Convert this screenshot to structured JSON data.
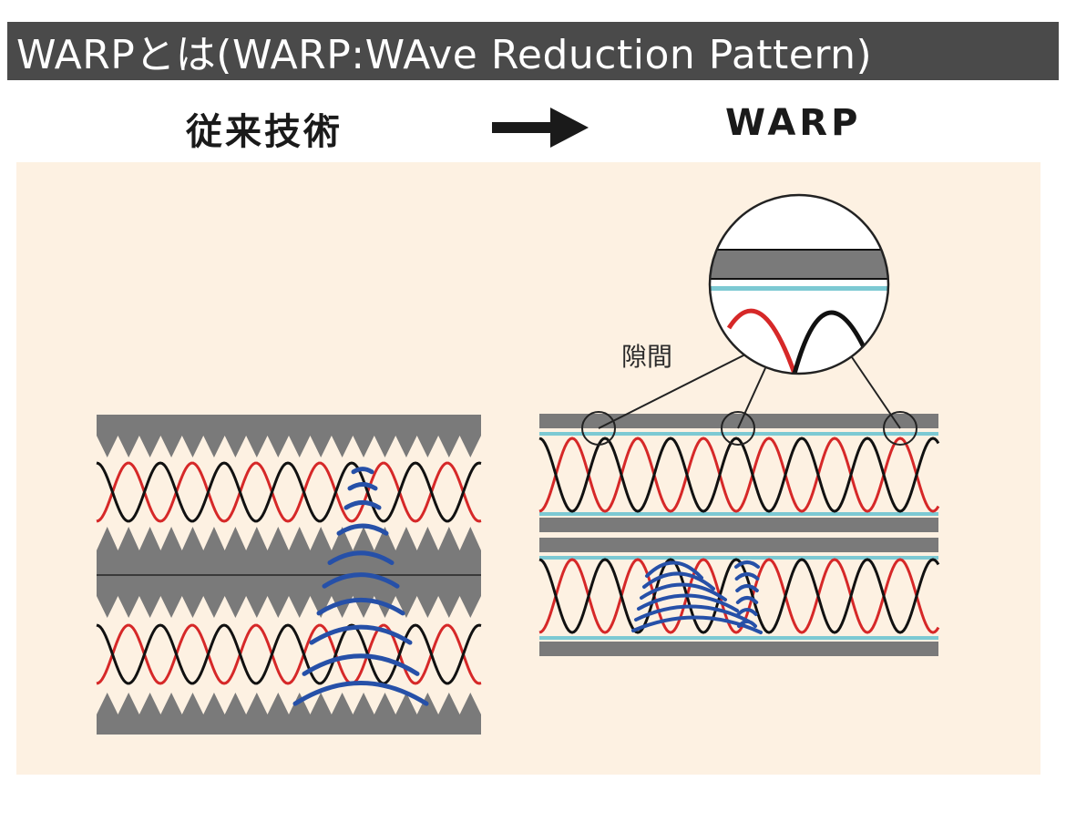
{
  "header": {
    "title": "WARPとは(WARP:WAve Reduction Pattern)"
  },
  "columns": {
    "left": "従来技術",
    "right": "WARP"
  },
  "annotations": {
    "gap": "隙間"
  },
  "colors": {
    "title_bg": "#4a4a4a",
    "panel_bg": "#fdf1e2",
    "plate": "#7a7a7a",
    "wire_red": "#d62828",
    "wire_black": "#111111",
    "wave_blue": "#2650a8",
    "stripe_cyan": "#7cc9d3"
  },
  "icons": {
    "arrow": "right-arrow-icon"
  }
}
